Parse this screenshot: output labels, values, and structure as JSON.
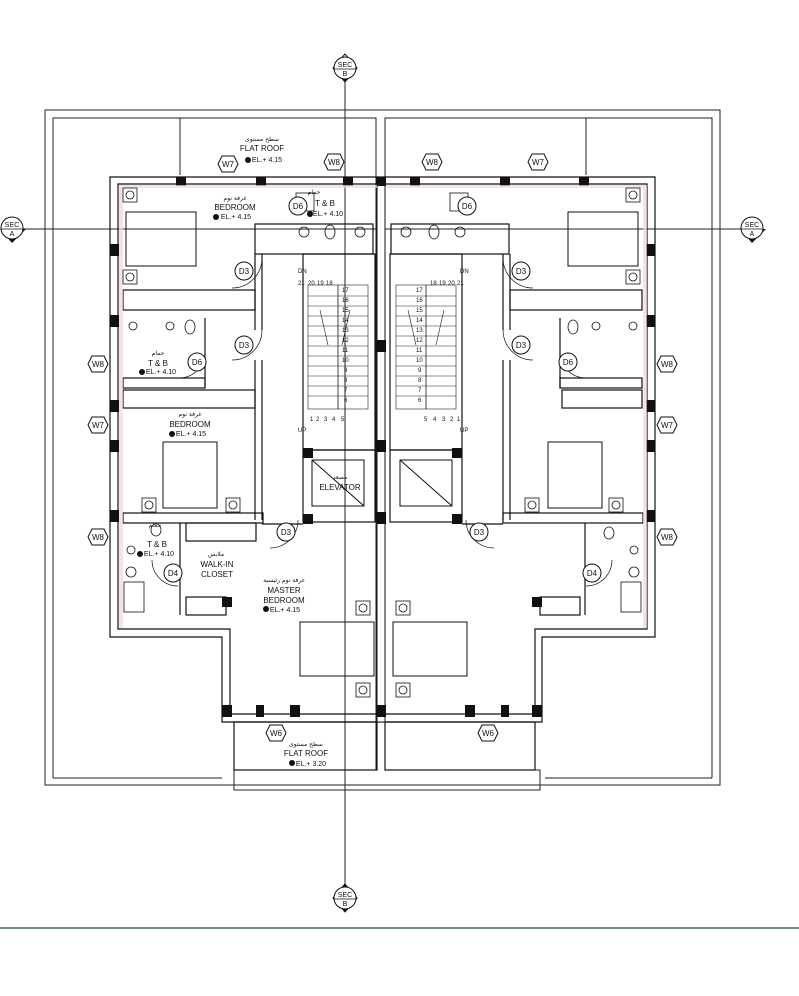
{
  "section_marks": {
    "sec": "SEC",
    "a": "A",
    "b": "B"
  },
  "rooms": {
    "flat_roof_top": {
      "ar": "سطح مستوى",
      "en": "FLAT ROOF",
      "el": "EL.+  4.15"
    },
    "bedroom_top": {
      "ar": "غرفة نوم",
      "en": "BEDROOM",
      "el": "EL.+  4.15"
    },
    "tb_top": {
      "ar": "حمام",
      "en": "T & B",
      "el": "EL.+  4.10"
    },
    "tb_mid": {
      "ar": "حمام",
      "en": "T & B",
      "el": "EL.+  4.10"
    },
    "bedroom_mid": {
      "ar": "غرفة نوم",
      "en": "BEDROOM",
      "el": "EL.+  4.15"
    },
    "tb_low": {
      "ar": "حمام",
      "en": "T & B",
      "el": "EL.+  4.10"
    },
    "walkin": {
      "ar": "ملابس",
      "en1": "WALK-IN",
      "en2": "CLOSET"
    },
    "master": {
      "ar": "غرفة نوم رئيسية",
      "en1": "MASTER",
      "en2": "BEDROOM",
      "el": "EL.+  4.15"
    },
    "elevator": {
      "ar": "مصعد",
      "en": "ELEVATOR"
    },
    "flat_roof_bottom": {
      "ar": "سطح مستوى",
      "en": "FLAT ROOF",
      "el": "EL.+  3.20"
    }
  },
  "tags": {
    "w6": "W6",
    "w7": "W7",
    "w8": "W8",
    "d3": "D3",
    "d4": "D4",
    "d6": "D6"
  },
  "stairs": {
    "dn": "DN",
    "up": "UP",
    "left_nums": [
      "21",
      "20",
      "19",
      "18",
      "17",
      "16",
      "15",
      "14",
      "13",
      "12",
      "11",
      "10",
      "9",
      "8",
      "7",
      "6",
      "5",
      "4",
      "3",
      "2",
      "1"
    ],
    "right_nums": [
      "18",
      "19",
      "20",
      "21",
      "17",
      "16",
      "15",
      "14",
      "13",
      "12",
      "11",
      "10",
      "9",
      "8",
      "7",
      "6",
      "5",
      "4",
      "3",
      "2",
      "1"
    ]
  }
}
